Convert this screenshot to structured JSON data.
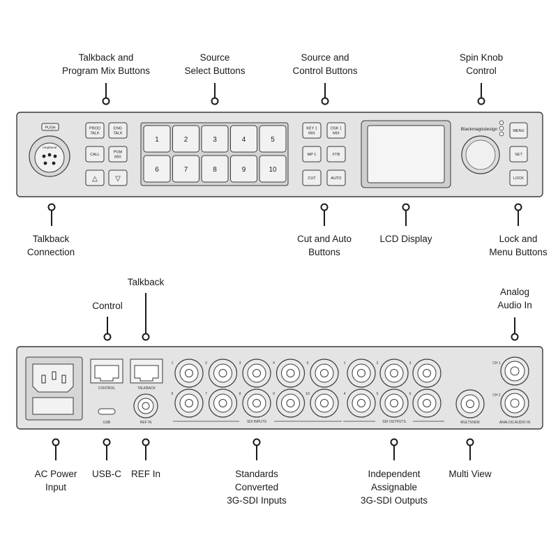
{
  "front_callouts": {
    "talkback_program": [
      "Talkback and",
      "Program Mix Buttons"
    ],
    "source_select": [
      "Source",
      "Select Buttons"
    ],
    "source_control": [
      "Source and",
      "Control  Buttons"
    ],
    "spin_knob": [
      "Spin Knob",
      "Control"
    ],
    "talkback_connection": [
      "Talkback",
      "Connection"
    ],
    "cut_auto": [
      "Cut and Auto",
      "Buttons"
    ],
    "lcd_display": [
      "LCD Display"
    ],
    "lock_menu": [
      "Lock and",
      "Menu Buttons"
    ]
  },
  "rear_callouts": {
    "talkback": [
      "Talkback"
    ],
    "control": [
      "Control"
    ],
    "analog_audio": [
      "Analog",
      "Audio In"
    ],
    "ac_power": [
      "AC Power",
      "Input"
    ],
    "usb_c": [
      "USB-C"
    ],
    "ref_in": [
      "REF In"
    ],
    "sdi_inputs": [
      "Standards",
      "Converted",
      "3G-SDI Inputs"
    ],
    "sdi_outputs": [
      "Independent",
      "Assignable",
      "3G-SDI Outputs"
    ],
    "multi_view": [
      "Multi View"
    ]
  },
  "front_panel": {
    "xlr_label": "PUSH",
    "xlr_brand": "Amphenol",
    "prod_talk": [
      "PROD",
      "TALK"
    ],
    "eng_talk": [
      "ENG",
      "TALK"
    ],
    "call": "CALL",
    "pgm_mix": [
      "PGM",
      "MIX"
    ],
    "up_arrow": "△",
    "down_arrow": "▽",
    "source_buttons": [
      "1",
      "2",
      "3",
      "4",
      "5",
      "6",
      "7",
      "8",
      "9",
      "10"
    ],
    "key1_mix": [
      "KEY 1",
      "MIX"
    ],
    "dsk1_mix": [
      "DSK 1",
      "MIX"
    ],
    "mp1": "MP 1",
    "ftb": "FTB",
    "cut": "CUT",
    "auto": "AUTO",
    "brand": "Blackmagicdesign",
    "menu": "MENU",
    "set": "SET",
    "lock": "LOCK"
  },
  "rear_panel": {
    "control_label": "CONTROL",
    "talkback_label": "TALKBACK",
    "usb_label": "USB",
    "ref_in_label": "REF IN",
    "sdi_inputs_label": "SDI INPUTS",
    "sdi_outputs_label": "SDI OUTPUTS",
    "multiview_label": "MULTIVIEW",
    "analog_audio_label": "ANALOG AUDIO IN",
    "ch1": "CH 1",
    "ch2": "CH 2",
    "input_numbers_top": [
      "1",
      "2",
      "3",
      "4",
      "5"
    ],
    "input_numbers_bottom": [
      "6",
      "7",
      "8",
      "9",
      "10"
    ],
    "output_numbers_top": [
      "1",
      "2",
      "3"
    ],
    "output_numbers_bottom": [
      "4",
      "5",
      "6"
    ]
  }
}
